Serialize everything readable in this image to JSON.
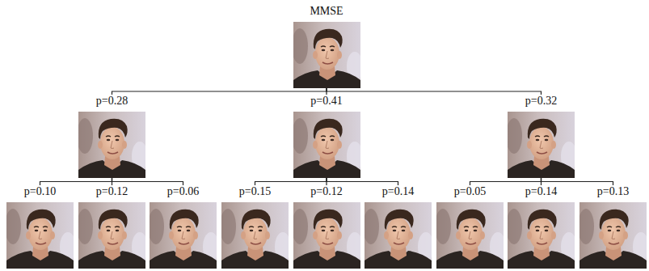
{
  "diagram": {
    "nodes": [
      {
        "text": [
          "MMSE"
        ]
      },
      {
        "text": [
          "p=0.28"
        ]
      },
      {
        "text": [
          "p=0.41"
        ]
      },
      {
        "text": [
          "p=0.32"
        ]
      },
      {
        "text": [
          "p=0.10"
        ]
      },
      {
        "text": [
          "p=0.12"
        ]
      },
      {
        "text": [
          "p=0.06"
        ]
      },
      {
        "text": [
          "p=0.15"
        ]
      },
      {
        "text": [
          "p=0.12"
        ]
      },
      {
        "text": [
          "p=0.14"
        ]
      },
      {
        "text": [
          "p=0.05"
        ]
      },
      {
        "text": [
          "p=0.14"
        ]
      },
      {
        "text": [
          "p=0.13"
        ]
      }
    ],
    "edges": [
      {
        "from": 0,
        "to": 1,
        "arrow": "none"
      },
      {
        "from": 0,
        "to": 2,
        "arrow": "none"
      },
      {
        "from": 0,
        "to": 3,
        "arrow": "none"
      },
      {
        "from": 1,
        "to": 4,
        "arrow": "none"
      },
      {
        "from": 1,
        "to": 5,
        "arrow": "none"
      },
      {
        "from": 1,
        "to": 6,
        "arrow": "none"
      },
      {
        "from": 2,
        "to": 7,
        "arrow": "none"
      },
      {
        "from": 2,
        "to": 8,
        "arrow": "none"
      },
      {
        "from": 2,
        "to": 9,
        "arrow": "none"
      },
      {
        "from": 3,
        "to": 10,
        "arrow": "none"
      },
      {
        "from": 3,
        "to": 11,
        "arrow": "none"
      },
      {
        "from": 3,
        "to": 12,
        "arrow": "none"
      }
    ]
  }
}
